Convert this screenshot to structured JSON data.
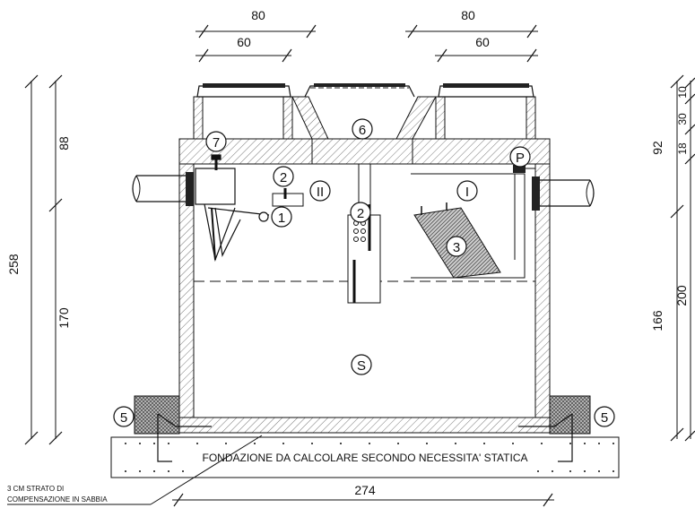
{
  "dimensions": {
    "top_left_outer": "80",
    "top_left_inner": "60",
    "top_right_outer": "80",
    "top_right_inner": "60",
    "left_total": "258",
    "left_upper": "88",
    "left_lower": "170",
    "right_upper": "92",
    "right_lower": "166",
    "far_right_10": "10",
    "far_right_30": "30",
    "far_right_18": "18",
    "far_right_200": "200",
    "bottom_width": "274"
  },
  "markers": {
    "m1": "1",
    "m2a": "2",
    "m2b": "2",
    "m3": "3",
    "m5_left": "5",
    "m5_right": "5",
    "m6": "6",
    "m7": "7",
    "mI": "I",
    "mII": "II",
    "mP": "P",
    "mS": "S"
  },
  "notes": {
    "foundation": "FONDAZIONE DA CALCOLARE SECONDO NECESSITA' STATICA",
    "sand_line1": "3 CM STRATO DI",
    "sand_line2": "COMPENSAZIONE IN SABBIA"
  }
}
